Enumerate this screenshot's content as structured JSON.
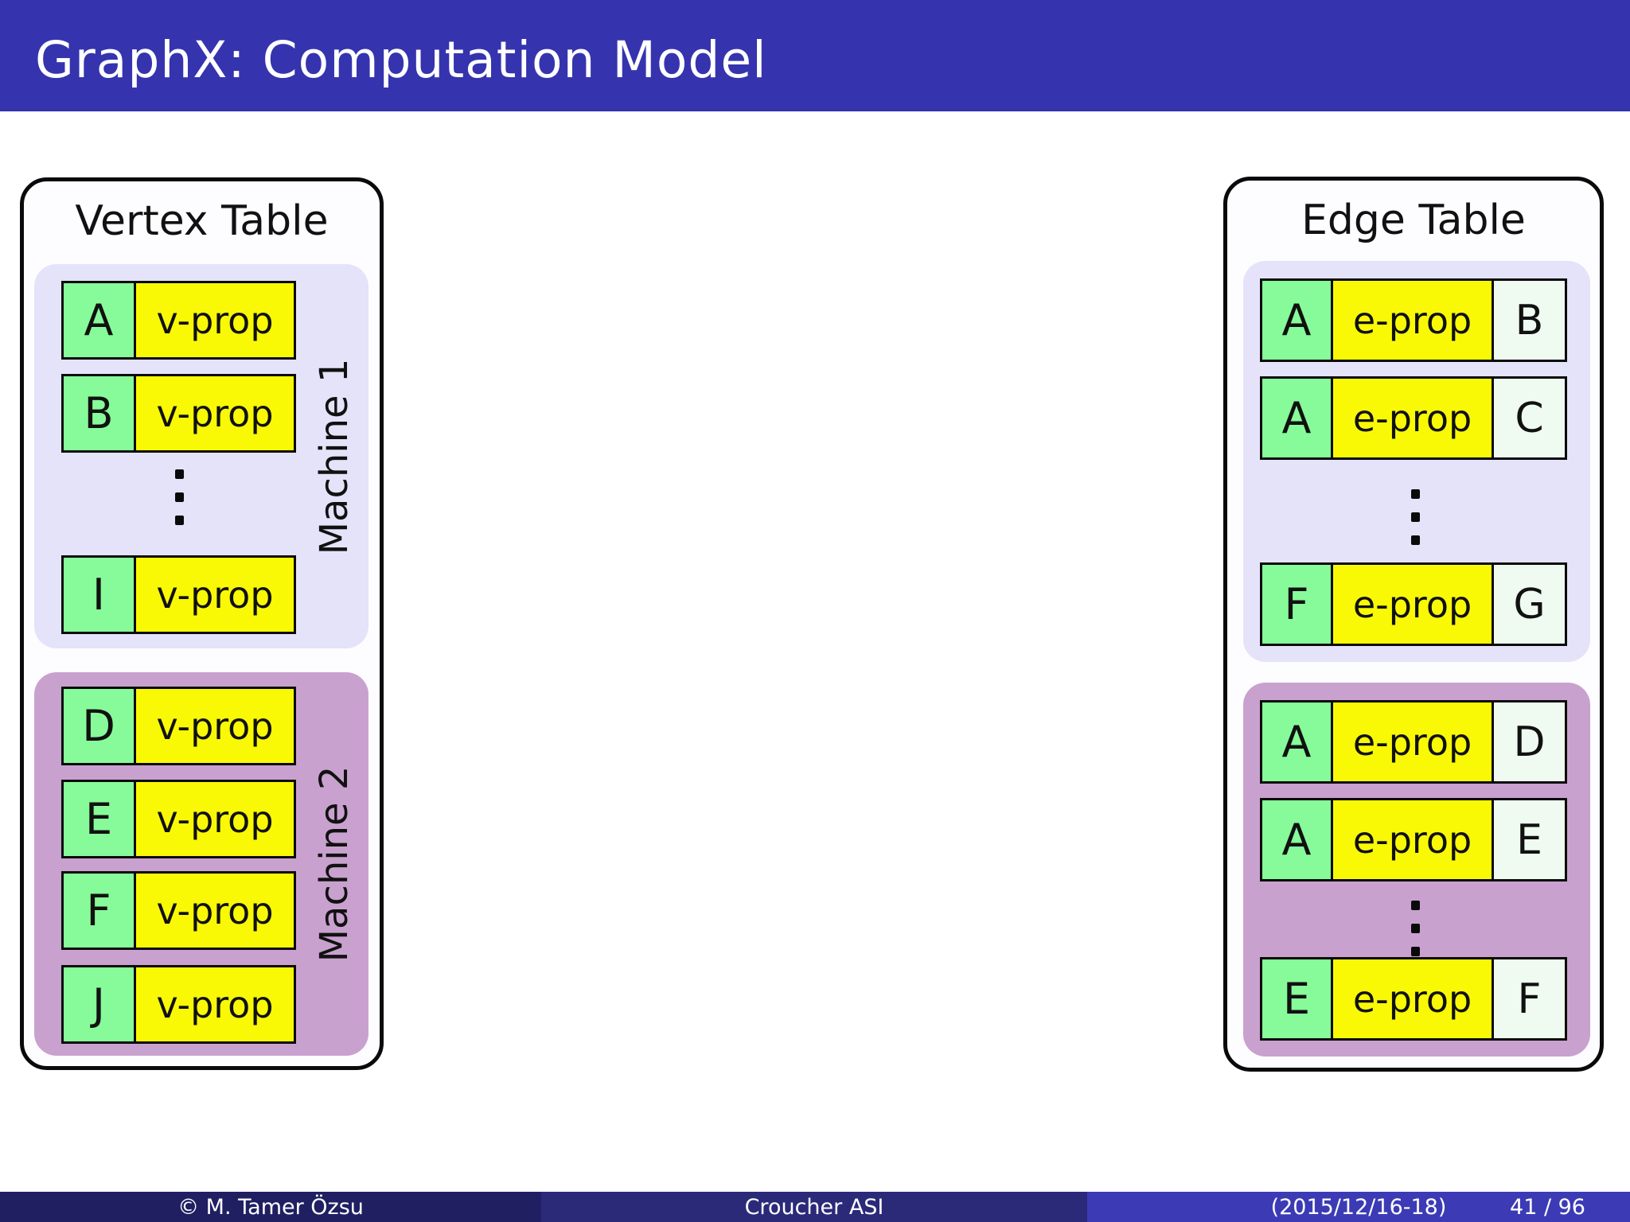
{
  "colors": {
    "header_bg": "#3534ae",
    "slide_bg": "#ffffff",
    "cell_green": "#87fb99",
    "cell_yellow": "#f9f905",
    "cell_mint": "#effbf0",
    "machine1_group_bg": "#e4e3f9",
    "machine2_group_bg": "#c9a1cf",
    "footer_left_bg": "#201f62",
    "footer_mid_bg": "#2b2a79",
    "footer_right_bg": "#3c3bb5",
    "cell_border": "#0a0a0a",
    "text_white": "#ffffff"
  },
  "icons": {
    "vertical_ellipsis": "⋮"
  },
  "header": {
    "title": "GraphX: Computation Model"
  },
  "vertex_table": {
    "title": "Vertex Table",
    "machine1": {
      "label": "Machine 1",
      "rows": [
        {
          "id": "A",
          "prop": "v-prop"
        },
        {
          "id": "B",
          "prop": "v-prop"
        },
        {
          "id": "I",
          "prop": "v-prop"
        }
      ]
    },
    "machine2": {
      "label": "Machine 2",
      "rows": [
        {
          "id": "D",
          "prop": "v-prop"
        },
        {
          "id": "E",
          "prop": "v-prop"
        },
        {
          "id": "F",
          "prop": "v-prop"
        },
        {
          "id": "J",
          "prop": "v-prop"
        }
      ]
    }
  },
  "edge_table": {
    "title": "Edge Table",
    "machine1": {
      "rows": [
        {
          "src": "A",
          "prop": "e-prop",
          "dst": "B"
        },
        {
          "src": "A",
          "prop": "e-prop",
          "dst": "C"
        },
        {
          "src": "F",
          "prop": "e-prop",
          "dst": "G"
        }
      ]
    },
    "machine2": {
      "rows": [
        {
          "src": "A",
          "prop": "e-prop",
          "dst": "D"
        },
        {
          "src": "A",
          "prop": "e-prop",
          "dst": "E"
        },
        {
          "src": "E",
          "prop": "e-prop",
          "dst": "F"
        }
      ]
    }
  },
  "footer": {
    "copyright": "© M. Tamer Özsu",
    "event": "Croucher ASI",
    "date": "(2015/12/16-18)",
    "page": "41 / 96"
  }
}
